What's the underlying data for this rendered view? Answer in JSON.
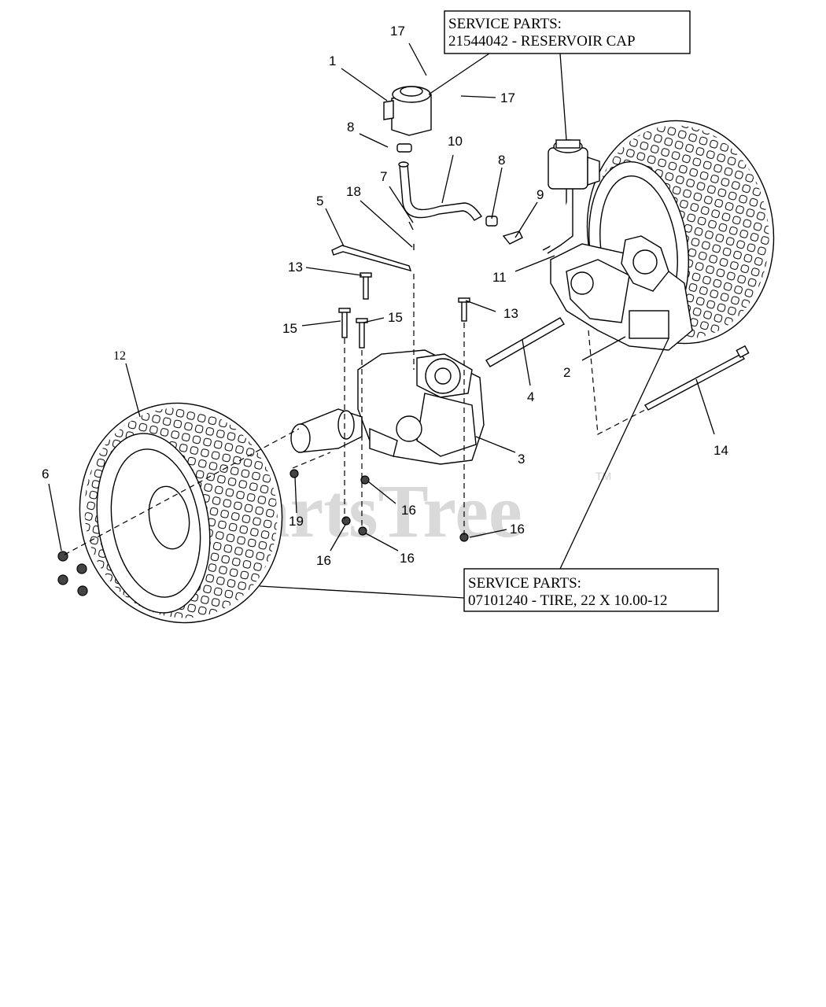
{
  "callouts": {
    "reservoir": {
      "line1": "SERVICE PARTS:",
      "line2": "21544042 - RESERVOIR CAP"
    },
    "tire": {
      "line1": "SERVICE PARTS:",
      "line2": "07101240 - TIRE, 22 X 10.00-12"
    }
  },
  "watermark": {
    "text": "PartsTree",
    "tm": "TM"
  },
  "labels": [
    {
      "id": "lbl-1",
      "text": "1"
    },
    {
      "id": "lbl-17a",
      "text": "17"
    },
    {
      "id": "lbl-17b",
      "text": "17"
    },
    {
      "id": "lbl-8a",
      "text": "8"
    },
    {
      "id": "lbl-10",
      "text": "10"
    },
    {
      "id": "lbl-8b",
      "text": "8"
    },
    {
      "id": "lbl-7",
      "text": "7"
    },
    {
      "id": "lbl-18",
      "text": "18"
    },
    {
      "id": "lbl-9",
      "text": "9"
    },
    {
      "id": "lbl-5",
      "text": "5"
    },
    {
      "id": "lbl-11",
      "text": "11"
    },
    {
      "id": "lbl-13a",
      "text": "13"
    },
    {
      "id": "lbl-13b",
      "text": "13"
    },
    {
      "id": "lbl-15a",
      "text": "15"
    },
    {
      "id": "lbl-15b",
      "text": "15"
    },
    {
      "id": "lbl-12",
      "text": "12"
    },
    {
      "id": "lbl-2",
      "text": "2"
    },
    {
      "id": "lbl-4",
      "text": "4"
    },
    {
      "id": "lbl-3",
      "text": "3"
    },
    {
      "id": "lbl-14",
      "text": "14"
    },
    {
      "id": "lbl-6",
      "text": "6"
    },
    {
      "id": "lbl-16a",
      "text": "16"
    },
    {
      "id": "lbl-19",
      "text": "19"
    },
    {
      "id": "lbl-16b",
      "text": "16"
    },
    {
      "id": "lbl-16c",
      "text": "16"
    },
    {
      "id": "lbl-16d",
      "text": "16"
    }
  ]
}
